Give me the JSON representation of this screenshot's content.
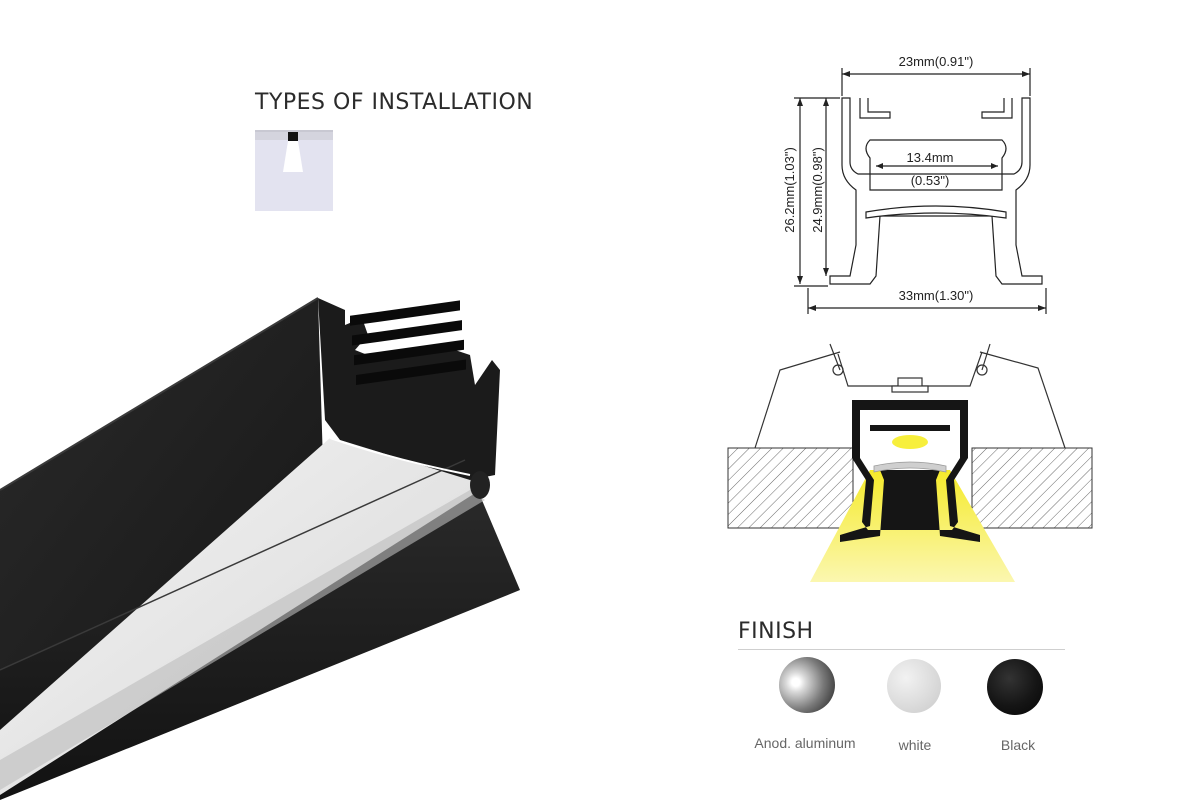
{
  "installation": {
    "title": "TYPES OF INSTALLATION"
  },
  "dimensions": {
    "top_width": "23mm(0.91\")",
    "overall_height": "26.2mm(1.03\")",
    "body_height": "24.9mm(0.98\")",
    "inner_width_mm": "13.4mm",
    "inner_width_in": "(0.53\")",
    "flange_width": "33mm(1.30\")"
  },
  "finish": {
    "title": "FINISH",
    "options": [
      {
        "label": "Anod. aluminum",
        "color": "#9a9a9a"
      },
      {
        "label": "white",
        "color": "#dcdcdc"
      },
      {
        "label": "Black",
        "color": "#111111"
      }
    ]
  },
  "colors": {
    "light_beam": "#f7ef3c",
    "profile_black": "#1e1e1e",
    "diffuser": "#ececec",
    "install_box": "#e3e3f0"
  }
}
